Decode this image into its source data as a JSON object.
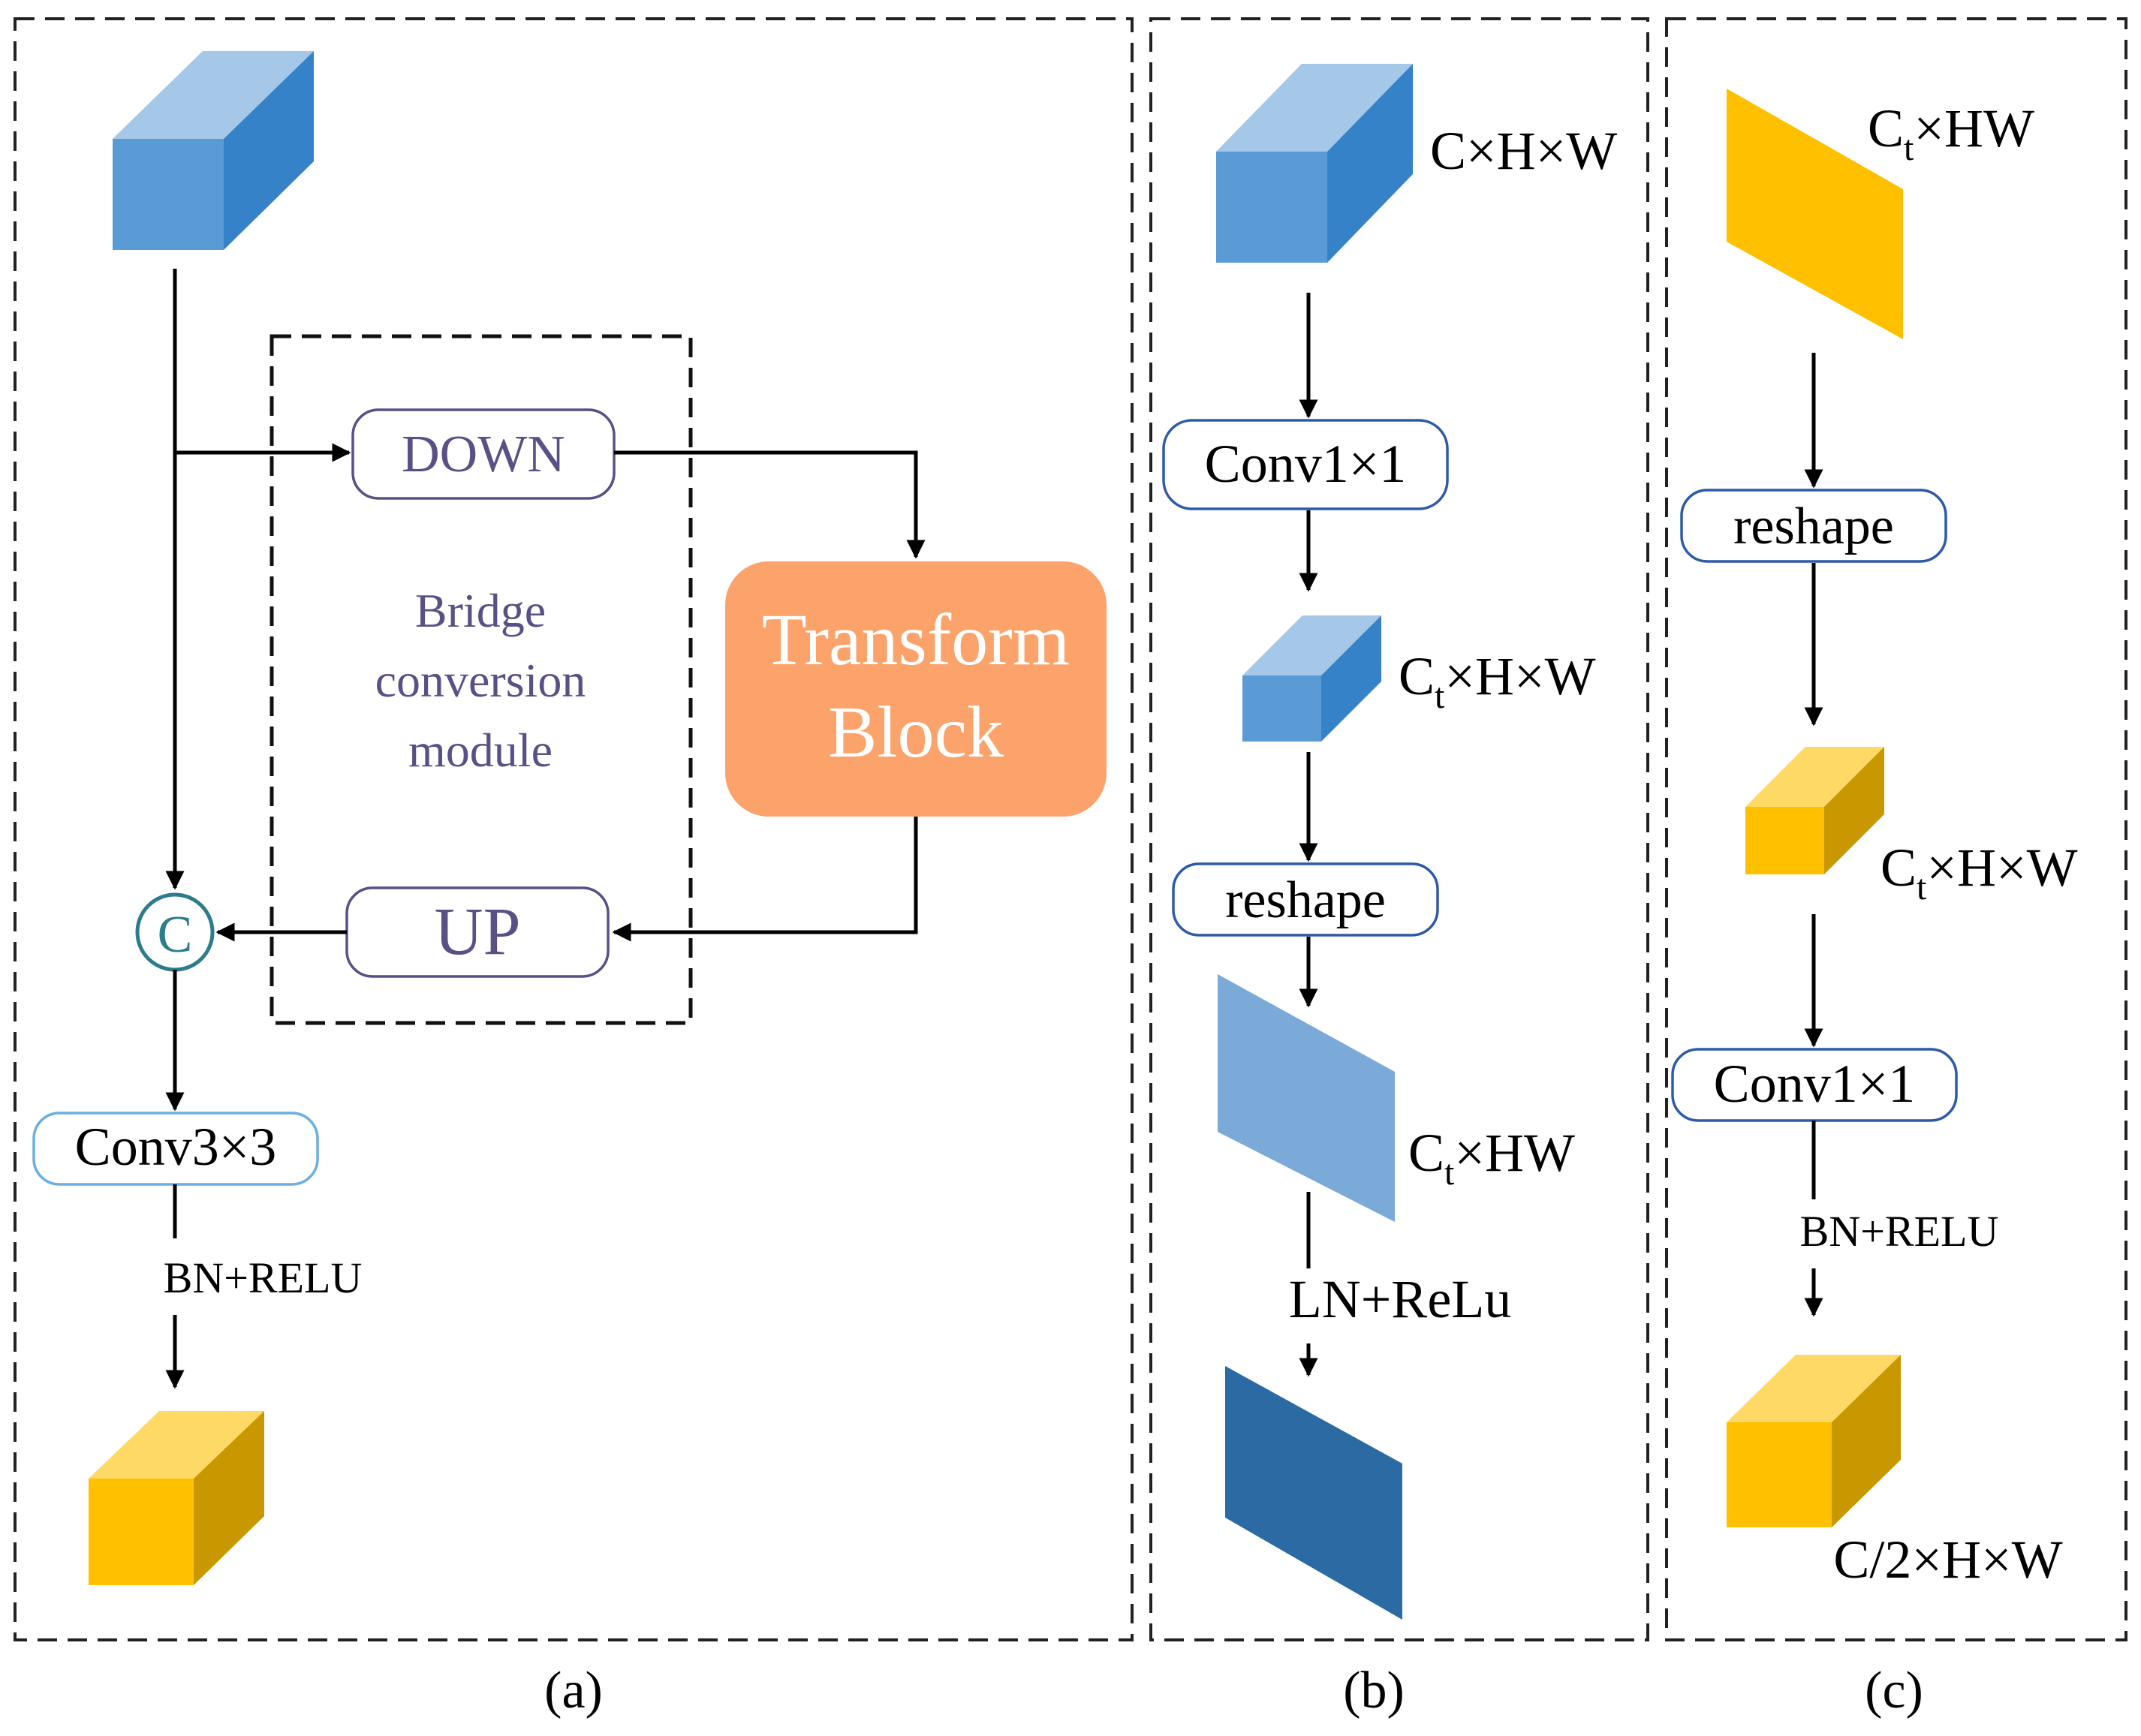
{
  "panels": {
    "a": {
      "caption": "(a)",
      "down_label": "DOWN",
      "bridge_title": [
        "Bridge",
        "conversion",
        "module"
      ],
      "transform_label": [
        "Transform",
        "Block"
      ],
      "up_label": "UP",
      "concat_label": "C",
      "conv_label": "Conv3×3",
      "bn_label": "BN+RELU"
    },
    "b": {
      "caption": "(b)",
      "input_dims": "C×H×W",
      "conv_label": "Conv1×1",
      "mid_dims_base": "C",
      "mid_dims_sub": "t",
      "mid_dims_rest": "×H×W",
      "reshape_label": "reshape",
      "flat_dims_base": "C",
      "flat_dims_sub": "t",
      "flat_dims_rest": "×HW",
      "norm_label": "LN+ReLu"
    },
    "c": {
      "caption": "(c)",
      "input_dims_base": "C",
      "input_dims_sub": "t",
      "input_dims_rest": "×HW",
      "reshape_label": "reshape",
      "mid_dims_base": "C",
      "mid_dims_sub": "t",
      "mid_dims_rest": "×H×W",
      "conv_label": "Conv1×1",
      "bn_label": "BN+RELU",
      "output_dims": "C/2×H×W"
    }
  },
  "colors": {
    "blue_front": "#5B9BD5",
    "blue_top": "#A5C8E8",
    "blue_side": "#3582C8",
    "blue_flat_light": "#7BAAD8",
    "blue_flat_dark": "#2B6AA2",
    "gold_front": "#FFC000",
    "gold_top": "#FFD966",
    "gold_side": "#C99700",
    "transform_fill": "#FBA36B",
    "purple_text": "#5A5086",
    "box_border_blue": "#2F5AA8",
    "concat_teal": "#2C7C8C"
  }
}
